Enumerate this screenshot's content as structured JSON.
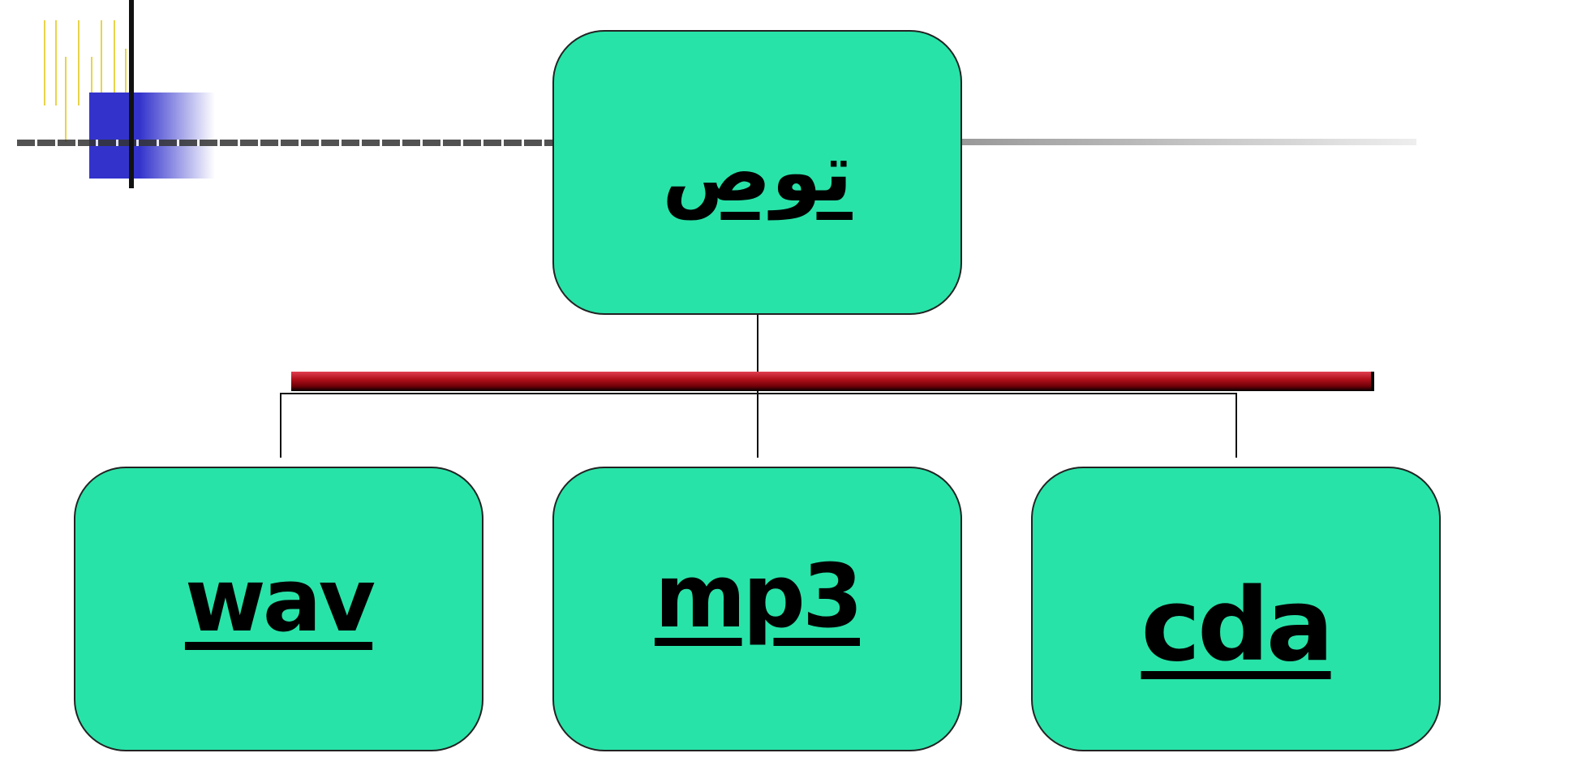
{
  "root": {
    "label": "توص"
  },
  "children": [
    {
      "label": "wav"
    },
    {
      "label": "mp3"
    },
    {
      "label": "cda"
    }
  ],
  "colors": {
    "box_fill": "#28e3a8",
    "bar": "#b0101a",
    "accent_blue": "#3333cc"
  }
}
